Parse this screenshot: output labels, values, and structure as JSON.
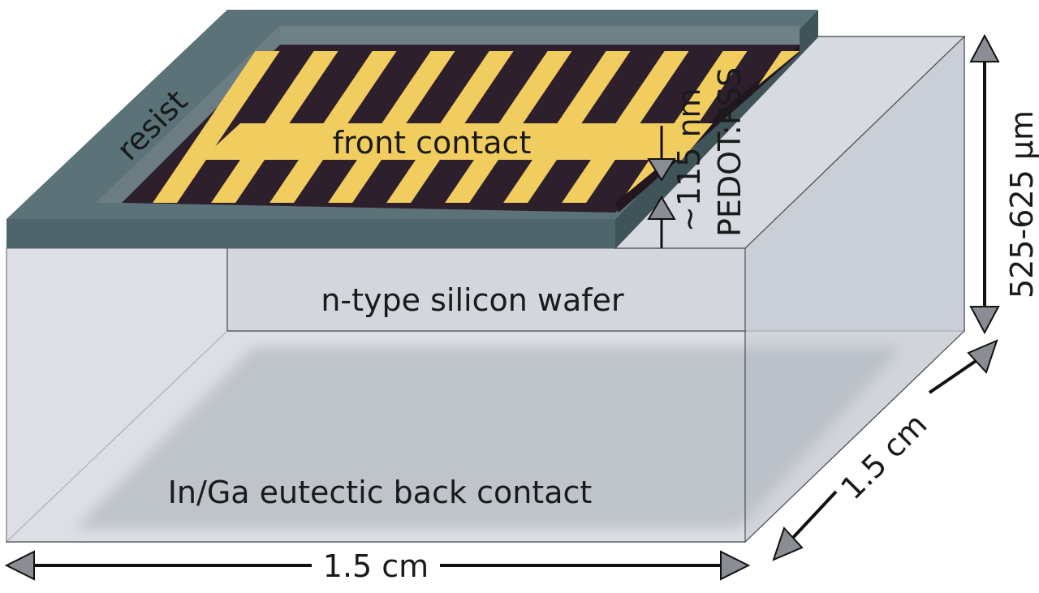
{
  "labels": {
    "resist": "resist",
    "front_contact": "front contact",
    "thickness": "~115 nm",
    "layer": "PEDOT:PSS",
    "wafer_thickness": "525-625 μm",
    "wafer": "n-type silicon wafer",
    "back_contact": "In/Ga eutectic back contact",
    "width": "1.5 cm",
    "depth": "1.5 cm"
  },
  "colors": {
    "box_fill": "#d4d8df",
    "box_edge": "#4a4d55",
    "resist": "#4e656b",
    "resist_top": "#5b7378",
    "pedot": "#2e1f2c",
    "contact": "#f1cd5f",
    "back_contact": "#8e939b",
    "arrow_fill": "#8a8d93"
  }
}
